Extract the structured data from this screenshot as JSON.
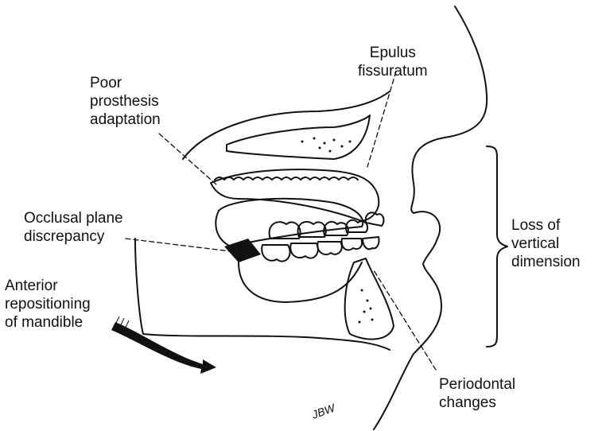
{
  "labels": {
    "epulus": [
      "Epulus",
      "fissuratum"
    ],
    "poor_prosthesis": [
      "Poor",
      "prosthesis",
      "adaptation"
    ],
    "occlusal": [
      "Occlusal plane",
      "discrepancy"
    ],
    "loss_vertical": [
      "Loss of",
      "vertical",
      "dimension"
    ],
    "anterior": [
      "Anterior",
      "repositioning",
      "of mandible"
    ],
    "periodontal": [
      "Periodontal",
      "changes"
    ],
    "signature": "JBW"
  }
}
